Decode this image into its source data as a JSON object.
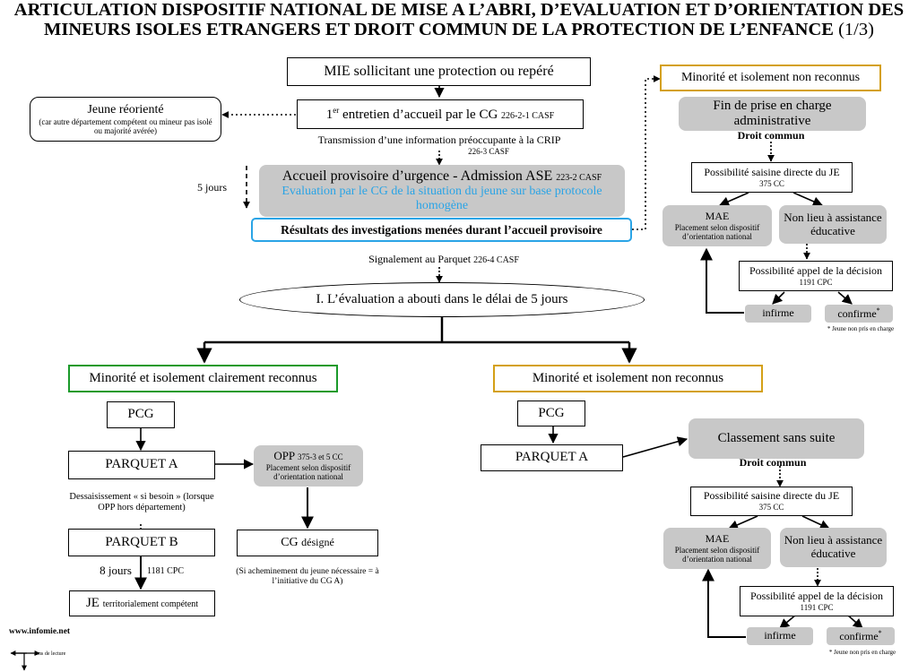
{
  "title": {
    "line1": "ARTICULATION DISPOSITIF NATIONAL DE MISE A L’ABRI, D’EVALUATION ET D’ORIENTATION DES",
    "line2": "MINEURS ISOLES ETRANGERS ET DROIT COMMUN DE LA PROTECTION DE L’ENFANCE",
    "page": "(1/3)"
  },
  "main": {
    "mie": "MIE sollicitant une protection ou repéré",
    "entretien_pre": "1",
    "entretien_sup": "er",
    "entretien_text": " entretien d’accueil par le CG ",
    "entretien_ref": "226-2-1 CASF",
    "transmission": "Transmission d’une information préoccupante à la CRIP",
    "transmission_ref": "226-3 CASF",
    "accueil_title": "Accueil provisoire d’urgence - Admission ASE ",
    "accueil_ref": "223-2 CASF",
    "accueil_eval": "Evaluation par le CG de la situation du jeune sur base protocole homogène",
    "five_days": "5 jours",
    "resultats": "Résultats des investigations menées durant l’accueil provisoire",
    "signalement": "Signalement au Parquet ",
    "signalement_ref": "226-4 CASF",
    "evaluation": "I. L’évaluation a abouti dans le délai de 5 jours"
  },
  "reoriente": {
    "title": "Jeune réorienté",
    "note": "(car autre département compétent ou mineur pas isolé ou majorité avérée)"
  },
  "top_right": {
    "header": "Minorité et isolement non reconnus",
    "fin": "Fin de prise en charge administrative",
    "droit": "Droit commun",
    "saisine": "Possibilité saisine directe du JE",
    "saisine_ref": "375 CC",
    "mae": "MAE",
    "mae_note": "Placement selon dispositif d’orientation national",
    "nonlieu": "Non lieu à assistance éducative",
    "appel": "Possibilité appel de la décision",
    "appel_ref": "1191 CPC",
    "infirme": "infirme",
    "confirme": "confirme",
    "star": "*",
    "footnote": "* Jeune non pris en charge"
  },
  "left": {
    "header": "Minorité et isolement clairement reconnus",
    "pcg": "PCG",
    "parquet_a": "PARQUET A",
    "opp": "OPP ",
    "opp_ref": "375-3 et 5 CC",
    "opp_note": "Placement selon dispositif d’orientation national",
    "dessaisissement": "Dessaisissement « si besoin » (lorsque OPP hors département)",
    "parquet_b": "PARQUET B",
    "cg_designe": "CG ",
    "cg_designe_small": "désigné",
    "cg_note": "(Si acheminement du jeune nécessaire = à l’initiative du CG A)",
    "huit_jours": "8 jours",
    "cpc": "1181 CPC",
    "je": "JE ",
    "je_small": "territorialement compétent"
  },
  "right": {
    "header": "Minorité et isolement non reconnus",
    "pcg": "PCG",
    "parquet_a": "PARQUET A",
    "classement": "Classement sans suite",
    "droit": "Droit commun",
    "saisine": "Possibilité saisine directe du JE",
    "saisine_ref": "375 CC",
    "mae": "MAE",
    "mae_note": "Placement selon dispositif d’orientation national",
    "nonlieu": "Non lieu à assistance éducative",
    "appel": "Possibilité appel de la décision",
    "appel_ref": "1191 CPC",
    "infirme": "infirme",
    "confirme": "confirme",
    "star": "*",
    "footnote": "* Jeune non pris en charge"
  },
  "footer": {
    "site": "www.infomie.net",
    "sens": "sens de lecture"
  },
  "colors": {
    "green": "#1a9a2a",
    "orange": "#d4a017",
    "blue": "#2aa4e6",
    "gray": "#c8c8c8"
  }
}
